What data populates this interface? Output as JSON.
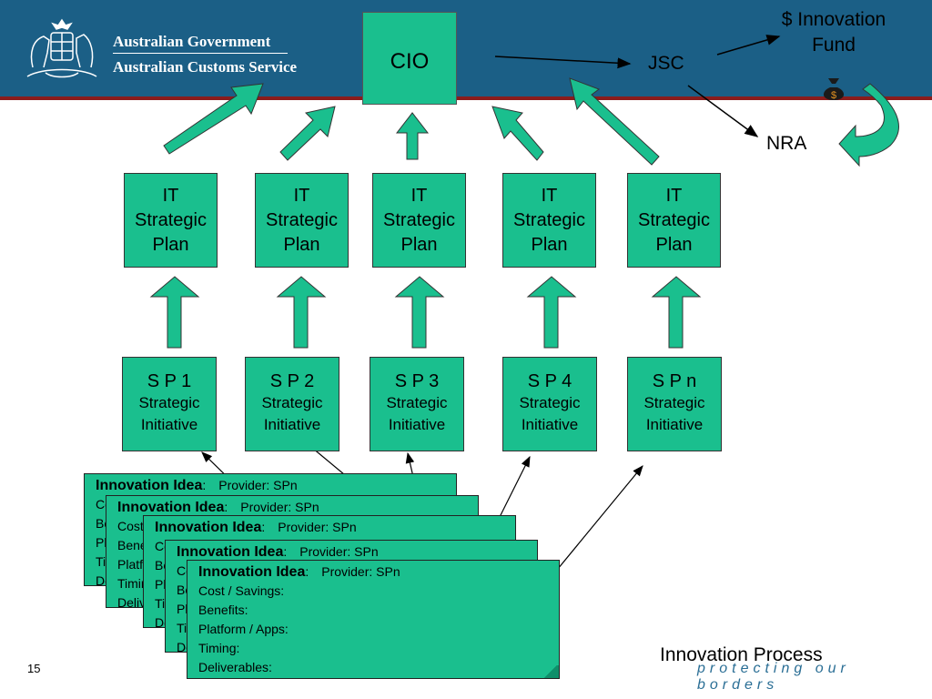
{
  "header": {
    "gov_line1": "Australian Government",
    "gov_line2": "Australian Customs Service",
    "banner_color": "#1b5f86",
    "accent_color": "#1abf8e"
  },
  "diagram": {
    "cio": "CIO",
    "jsc": "JSC",
    "fund": "$ Innovation Fund",
    "nra": "NRA",
    "it_plans": [
      "IT Strategic Plan",
      "IT Strategic Plan",
      "IT Strategic Plan",
      "IT Strategic Plan",
      "IT Strategic Plan"
    ],
    "sp_boxes": [
      {
        "id": "S P 1",
        "line1": "Strategic",
        "line2": "Initiative"
      },
      {
        "id": "S P 2",
        "line1": "Strategic",
        "line2": "Initiative"
      },
      {
        "id": "S P 3",
        "line1": "Strategic",
        "line2": "Initiative"
      },
      {
        "id": "S P 4",
        "line1": "Strategic",
        "line2": "Initiative"
      },
      {
        "id": "S P n",
        "line1": "Strategic",
        "line2": "Initiative"
      }
    ],
    "card": {
      "title": "Innovation Idea",
      "title_suffix": ":",
      "provider": "Provider: SPn",
      "fields": [
        "Cost / Savings:",
        "Benefits:",
        "Platform / Apps:",
        "Timing:",
        "Deliverables:"
      ]
    }
  },
  "footer": {
    "page_number": "15",
    "caption": "Innovation Process",
    "tagline": "protecting our borders"
  }
}
